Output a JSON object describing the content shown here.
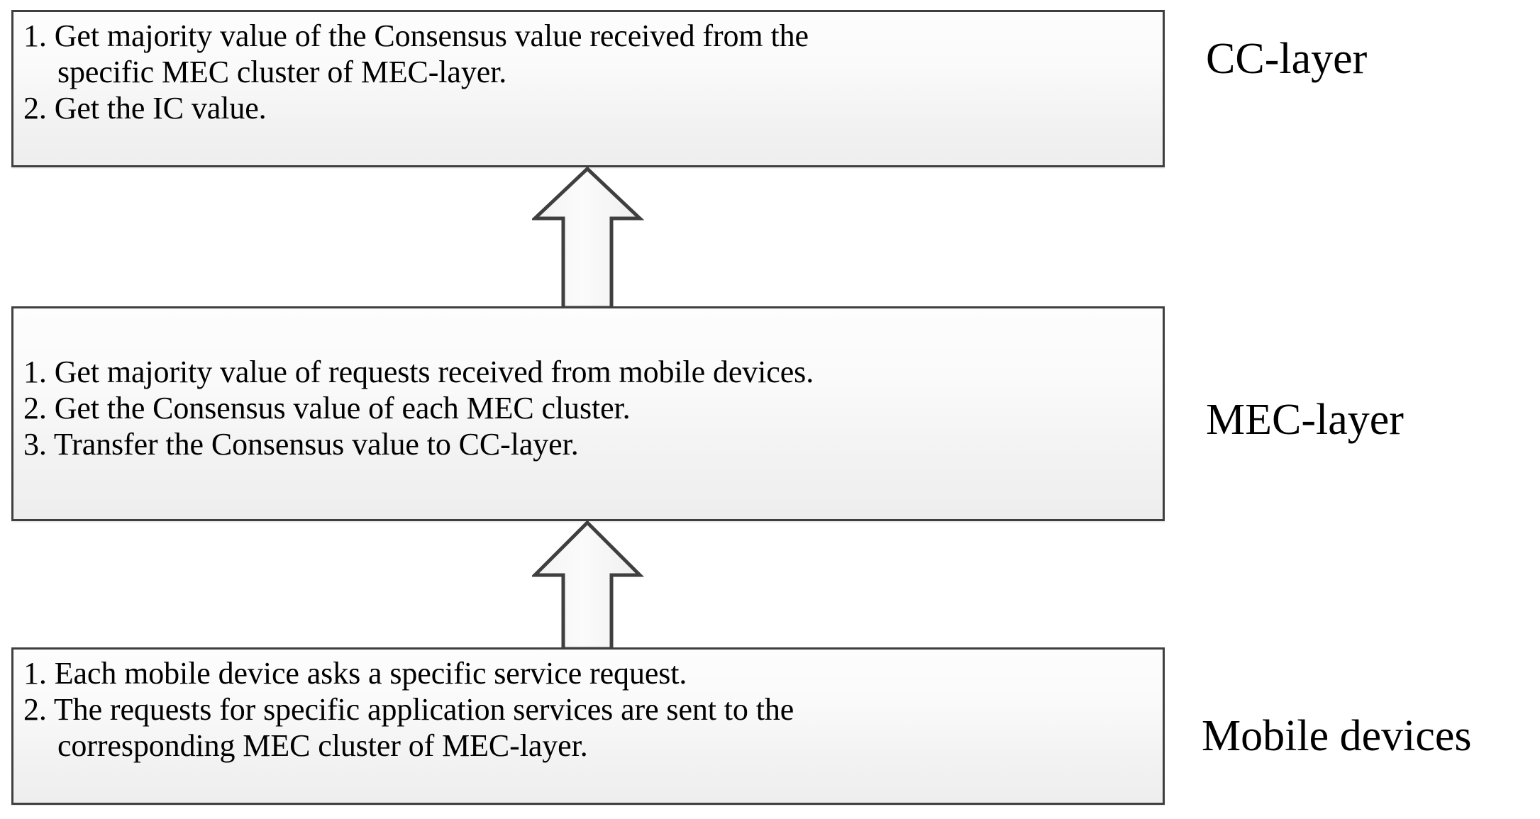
{
  "diagram": {
    "title": "MEC hierarchical consensus layer flow",
    "background_color": "#ffffff",
    "box_border_color": "#3f3f3f",
    "box_fill_top_color": "#fdfdfd",
    "box_fill_bottom_color": "#eeeeee",
    "arrow_stroke_color": "#3f3f3f",
    "text_color": "#000000"
  },
  "layers": [
    {
      "id": "cc",
      "label": "CC-layer",
      "steps": [
        {
          "number": "1.",
          "lines": [
            "Get majority value of the Consensus value received from the",
            "specific MEC cluster of MEC-layer."
          ]
        },
        {
          "number": "2.",
          "lines": [
            "Get the IC value."
          ]
        }
      ]
    },
    {
      "id": "mec",
      "label": "MEC-layer",
      "steps": [
        {
          "number": "1.",
          "lines": [
            "Get majority value of requests received from mobile devices."
          ]
        },
        {
          "number": "2.",
          "lines": [
            "Get the Consensus value of each MEC cluster."
          ]
        },
        {
          "number": "3.",
          "lines": [
            "Transfer the Consensus value to CC-layer."
          ]
        }
      ]
    },
    {
      "id": "mobile",
      "label": "Mobile devices",
      "steps": [
        {
          "number": "1.",
          "lines": [
            "Each mobile device asks a specific service request."
          ]
        },
        {
          "number": "2.",
          "lines": [
            "The requests for specific application services are sent to the",
            "corresponding MEC cluster of MEC-layer."
          ]
        }
      ]
    }
  ],
  "arrows": [
    {
      "id": "mobile-to-mec",
      "from": "mobile",
      "to": "mec",
      "direction": "up"
    },
    {
      "id": "mec-to-cc",
      "from": "mec",
      "to": "cc",
      "direction": "up"
    }
  ],
  "text": {
    "cc": {
      "step1_num": "1.",
      "step1_l1": "Get majority value of the Consensus value received from the",
      "step1_l2": "specific MEC cluster of MEC-layer.",
      "step2_num": "2.",
      "step2_l1": "Get the IC value.",
      "line1": "1. Get majority value of the Consensus value received from the",
      "line2": "specific MEC cluster of MEC-layer.",
      "line3": "2. Get the IC value."
    },
    "mec": {
      "line1": "1. Get majority value of requests received from mobile devices.",
      "line2": "2. Get the Consensus value of each MEC cluster.",
      "line3": "3. Transfer the Consensus value to CC-layer."
    },
    "mobile": {
      "line1": "1. Each mobile device asks a specific service request.",
      "line2": "2. The requests for specific application services are sent to the",
      "line3": "corresponding MEC cluster of MEC-layer."
    },
    "labels": {
      "cc": "CC-layer",
      "mec": "MEC-layer",
      "mobile": "Mobile devices"
    }
  }
}
